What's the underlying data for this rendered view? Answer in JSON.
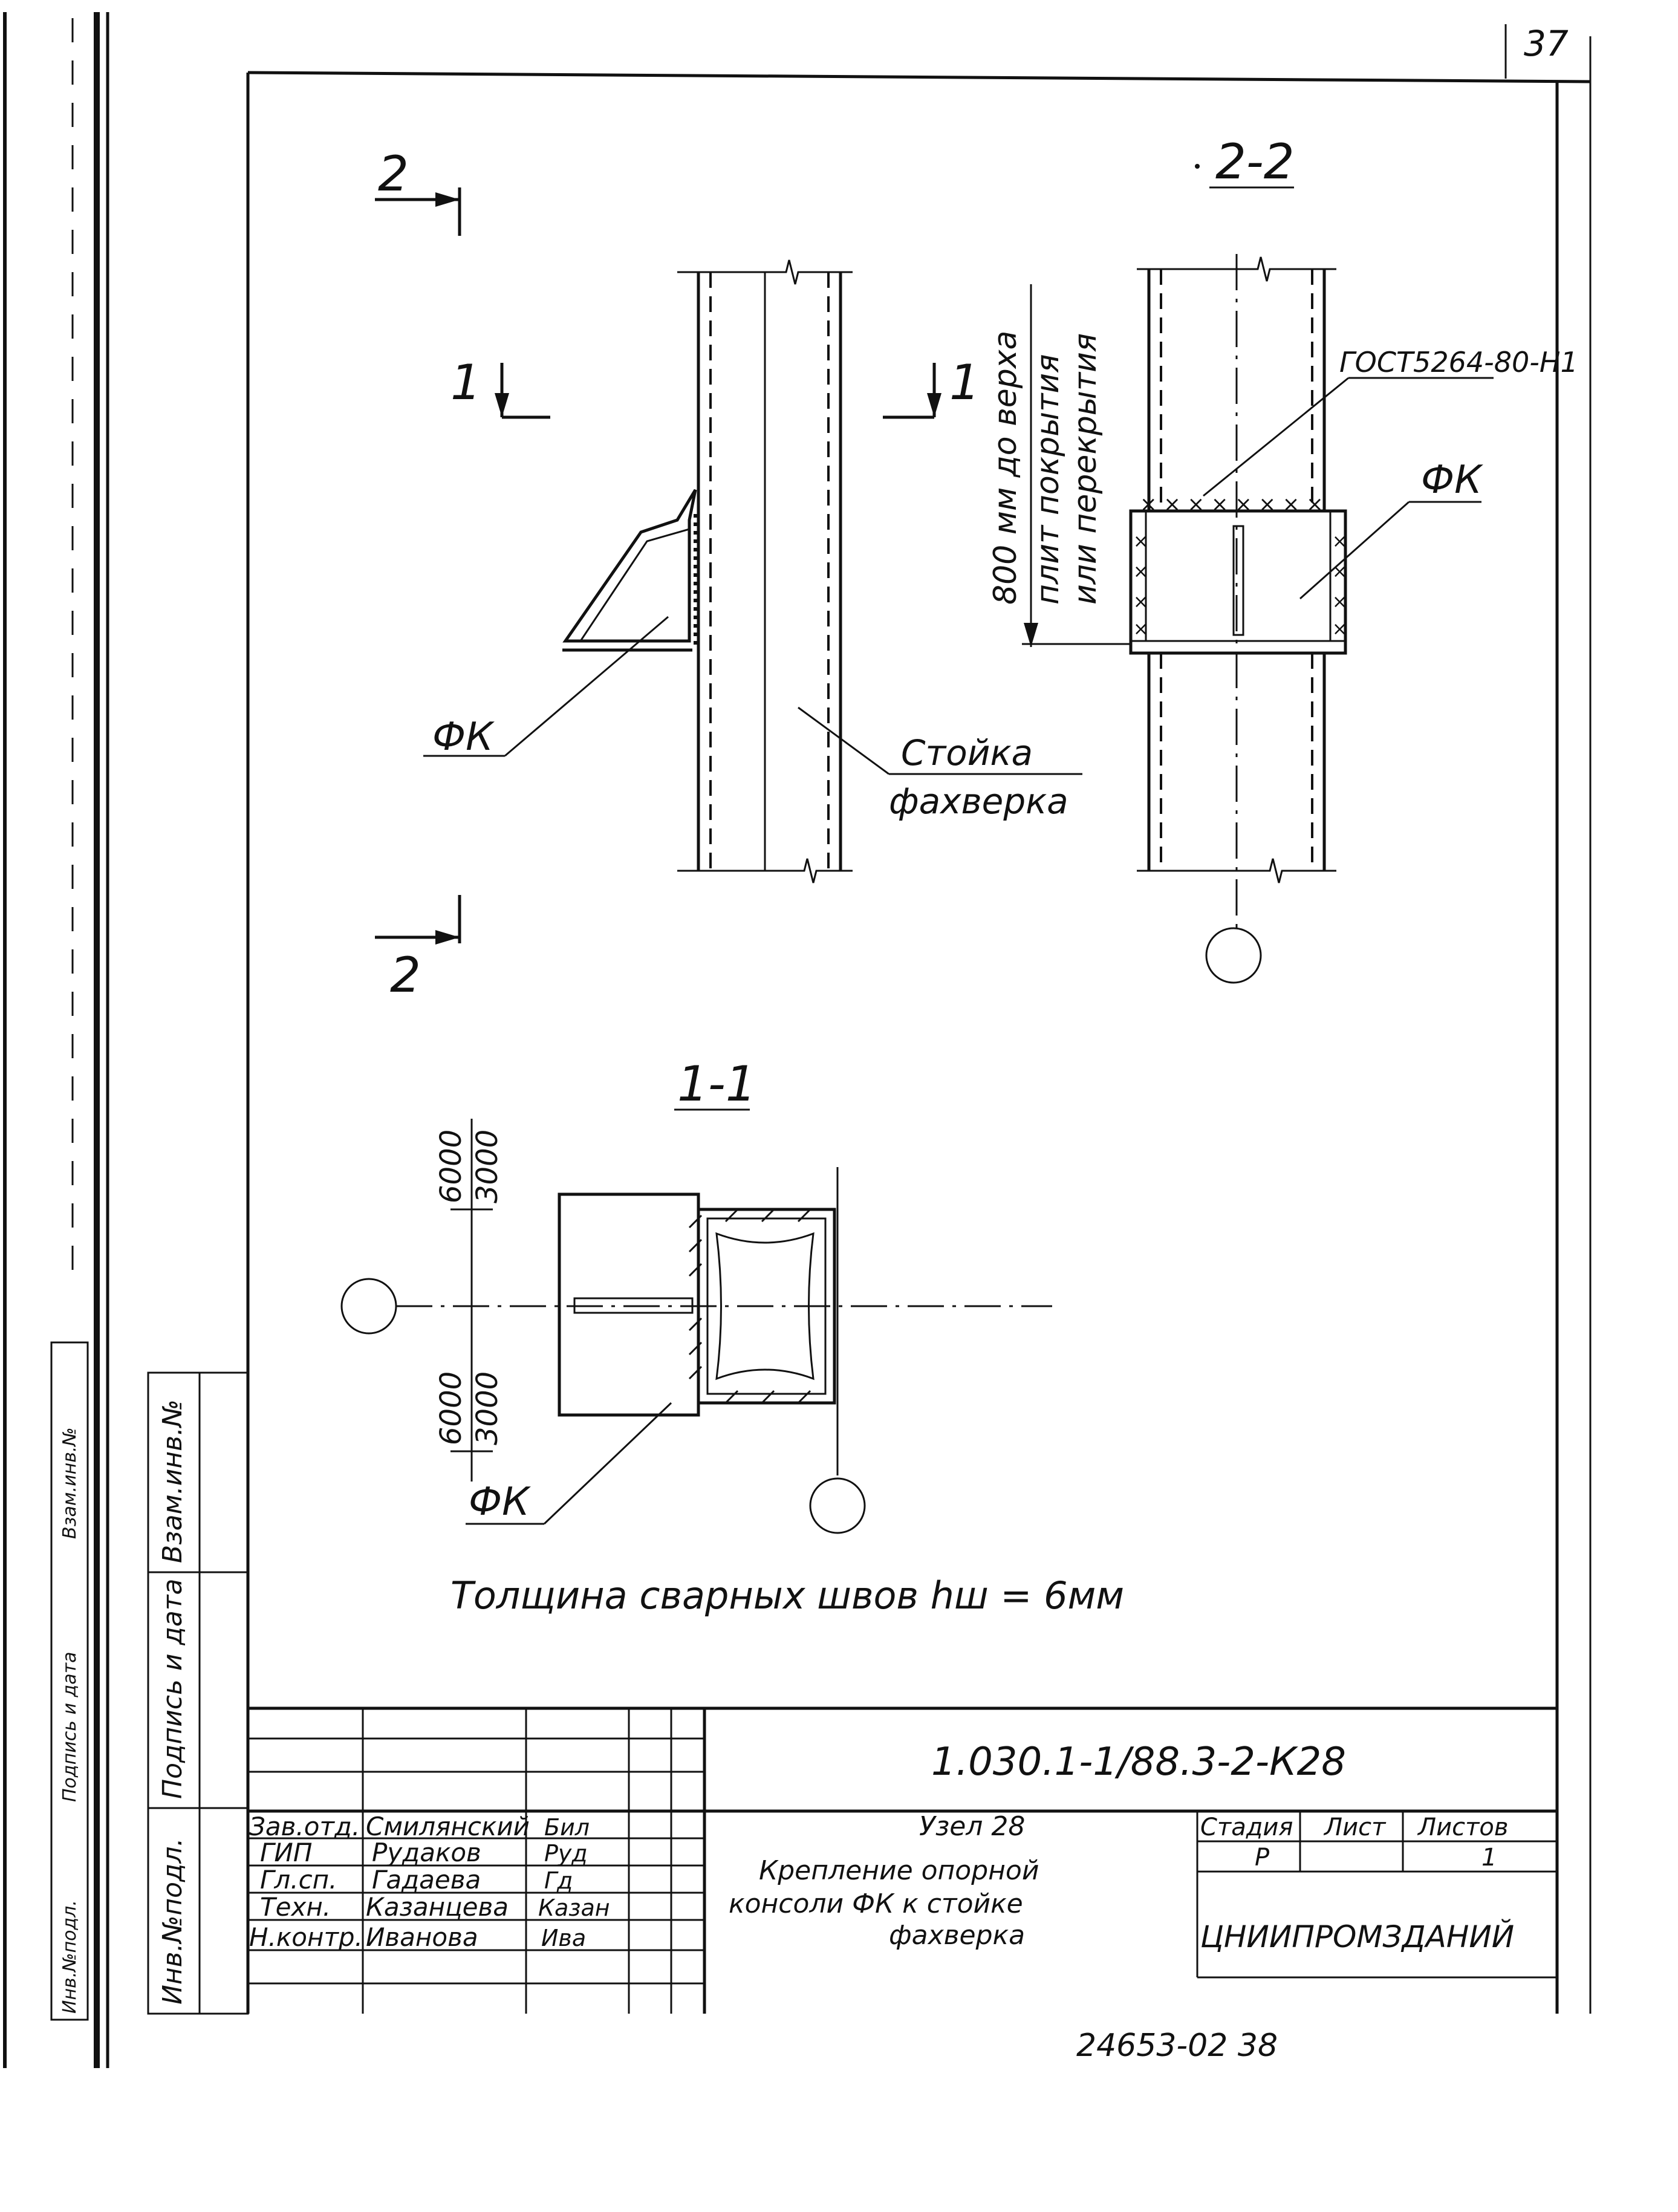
{
  "page_number": "37",
  "views": {
    "section_2_marker": "2",
    "section_1_marker": "1",
    "view_2_2_title": "2-2",
    "view_1_1_title": "1-1"
  },
  "labels": {
    "fk": "ФК",
    "post_line1": "Стойка",
    "post_line2": "фахверка",
    "gost": "ГОСТ5264-80-Н1",
    "height_line1": "800 мм до верха",
    "height_line2": "плит покрытия",
    "height_line3": "или перекрытия",
    "dim_a_top": "6000",
    "dim_a_bottom": "3000",
    "dim_b_top": "6000",
    "dim_b_bottom": "3000",
    "weld_note": "Толщина   сварных   швов   hш = 6мм"
  },
  "title_block": {
    "code": "1.030.1-1/88.3-2-К28",
    "roles": [
      "Зав.отд.",
      "ГИП",
      "Гл.сп.",
      "Техн.",
      "Н.контр."
    ],
    "names": [
      "Смилянский",
      "Рудаков",
      "Гадаева",
      "Казанцева",
      "Иванова"
    ],
    "signatures": [
      "Бил",
      "Руд",
      "Гд",
      "Казан",
      "Ива"
    ],
    "title_line1": "Узел 28",
    "title_line2": "Крепление опорной",
    "title_line3": "консоли ФК к стойке",
    "title_line4": "фахверка",
    "stage_header": "Стадия",
    "sheet_header": "Лист",
    "sheets_header": "Листов",
    "stage_value": "Р",
    "sheets_value": "1",
    "organization": "ЦНИИПРОМЗДАНИЙ",
    "bottom_stamp": "24653-02   38"
  },
  "side_stamp": {
    "inv_orig": "Инв.№подл.",
    "sign_date": "Подпись и дата",
    "replace_inv": "Взам.инв.№",
    "inv_orig_small": "Инв.№подл.",
    "sign_date_small": "Подпись и дата",
    "replace_inv_small": "Взам.инв.№"
  }
}
